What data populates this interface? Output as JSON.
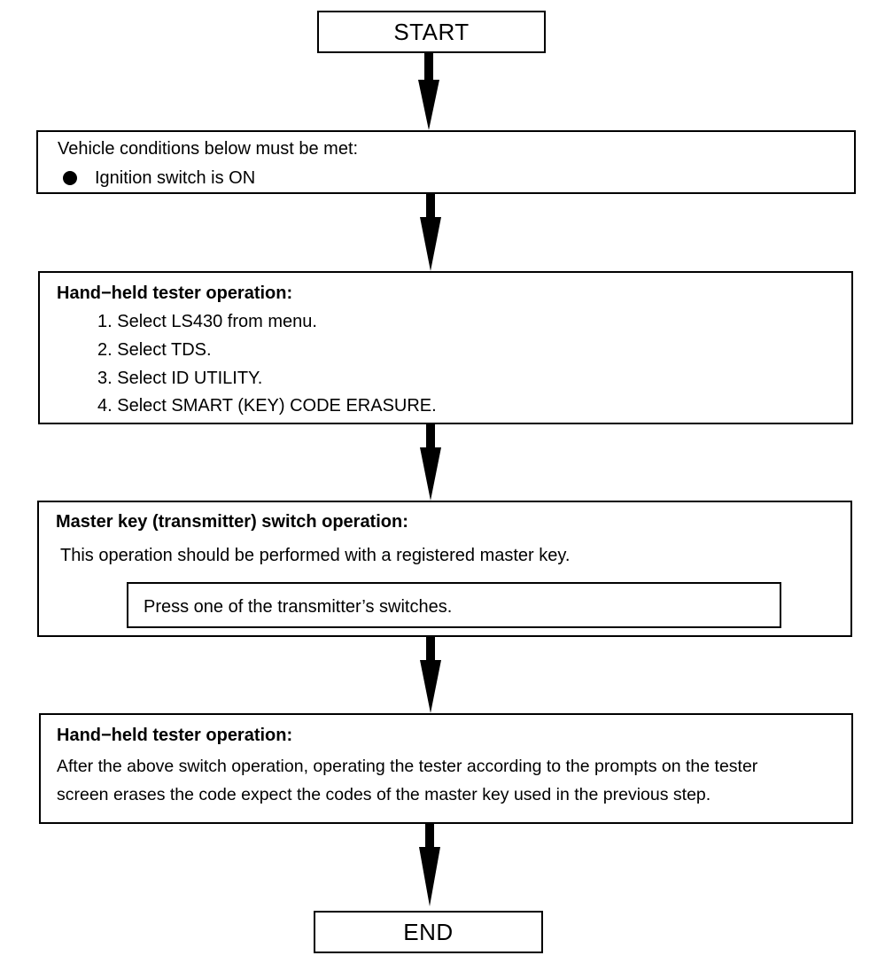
{
  "flowchart": {
    "start": "START",
    "step1": {
      "heading": "Vehicle conditions below must be met:",
      "bullets": [
        "Ignition switch is ON"
      ]
    },
    "step2": {
      "heading": "Hand−held tester operation:",
      "items": [
        "1. Select LS430 from menu.",
        "2. Select TDS.",
        "3. Select ID UTILITY.",
        "4. Select SMART (KEY) CODE ERASURE."
      ]
    },
    "step3": {
      "heading": "Master key (transmitter) switch operation:",
      "note": "This operation should be performed with a registered master key.",
      "action": "Press one of the transmitter’s switches."
    },
    "step4": {
      "heading": "Hand−held tester operation:",
      "lines": [
        "After the above switch operation, operating the tester according to the prompts on the tester",
        "screen erases the code expect the codes of the master key used in the previous step."
      ]
    },
    "end": "END"
  }
}
